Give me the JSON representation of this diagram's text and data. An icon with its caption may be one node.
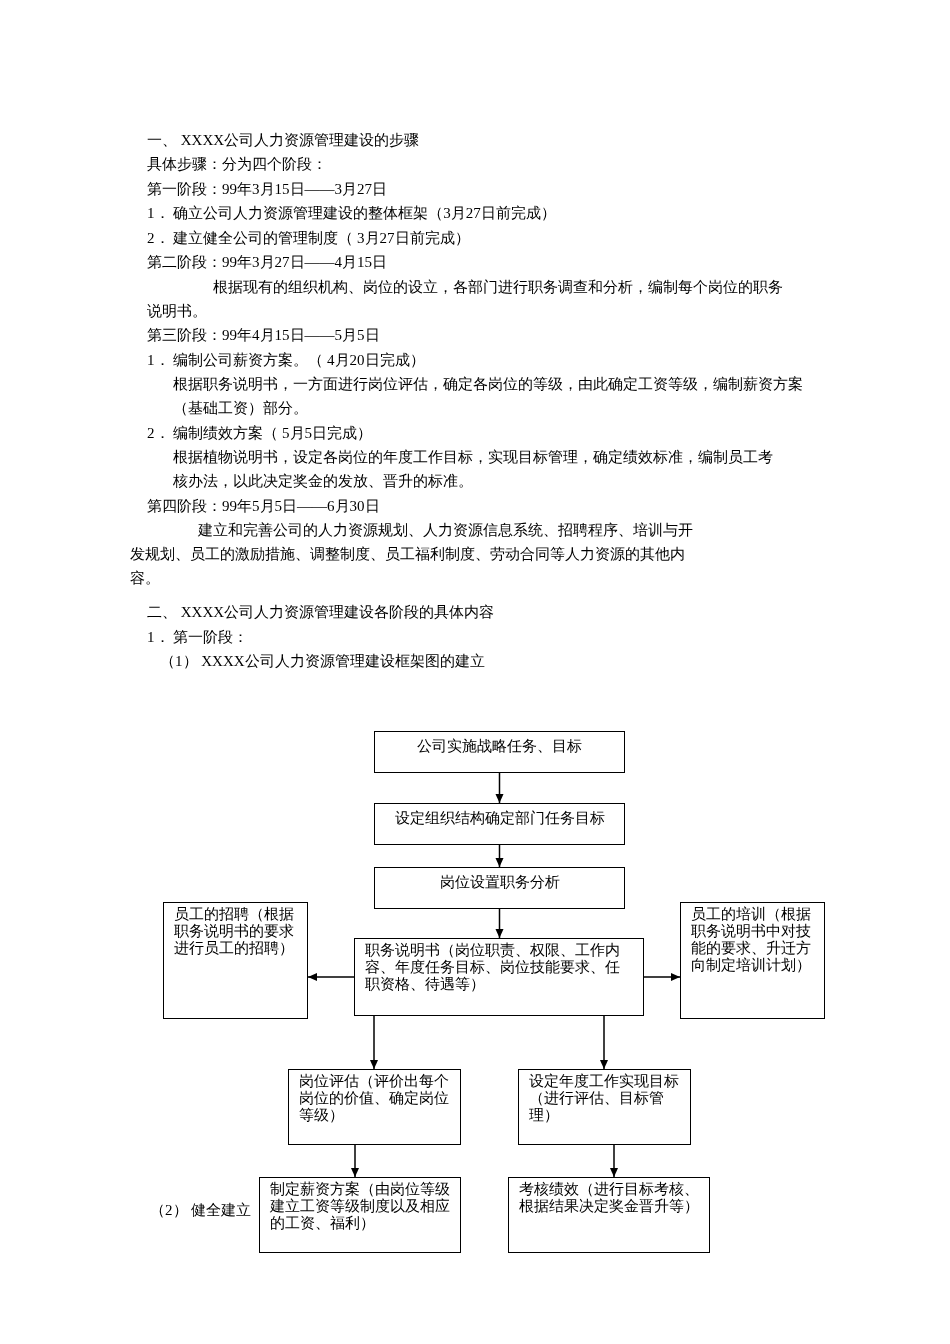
{
  "diagram": {
    "nodes": [
      {
        "text": [
          "公司实施战略任务、目标"
        ]
      },
      {
        "text": [
          "设定组织结构确定部门任务目标"
        ]
      },
      {
        "text": [
          "岗位设置职务分析"
        ]
      },
      {
        "text": [
          "职务说明书（岗位职责、权限、工作内容、年度任务目标、岗位技能要求、任职资格、待遇等）"
        ]
      },
      {
        "text": [
          "员工的招聘（根据职务说明书的要求进行员工的招聘）"
        ]
      },
      {
        "text": [
          "员工的培训（根据职务说明书中对技能的要求、升迁方向制定培训计划）"
        ]
      },
      {
        "text": [
          "岗位评估（评价出每个岗位的价值、确定岗位等级）"
        ]
      },
      {
        "text": [
          "设定年度工作实现目标（进行评估、目标管理）"
        ]
      },
      {
        "text": [
          "制定薪资方案（由岗位等级建立工资等级制度以及相应的工资、福利）"
        ]
      },
      {
        "text": [
          "考核绩效（进行目标考核、根据结果决定奖金晋升等）"
        ]
      }
    ],
    "edges": [
      {
        "from": 0,
        "to": 1,
        "arrow": "to"
      },
      {
        "from": 1,
        "to": 2,
        "arrow": "to"
      },
      {
        "from": 2,
        "to": 3,
        "arrow": "to"
      },
      {
        "from": 3,
        "to": 4,
        "arrow": "to"
      },
      {
        "from": 3,
        "to": 5,
        "arrow": "to"
      },
      {
        "from": 3,
        "to": 6,
        "arrow": "to"
      },
      {
        "from": 3,
        "to": 7,
        "arrow": "to"
      },
      {
        "from": 6,
        "to": 8,
        "arrow": "to"
      },
      {
        "from": 7,
        "to": 9,
        "arrow": "to"
      }
    ],
    "labels": [
      "一、 XXXX公司人力资源管理建设的步骤",
      "具体步骤：分为四个阶段：",
      "第一阶段：99年3月15日——3月27日",
      "1． 确立公司人力资源管理建设的整体框架（3月27日前完成）",
      "2． 建立健全公司的管理制度（ 3月27日前完成）",
      "第二阶段：99年3月27日——4月15日",
      "根据现有的组织机构、岗位的设立，各部门进行职务调查和分析，编制每个岗位的职务说明书。",
      "第三阶段：99年4月15日——5月5日",
      "1． 编制公司薪资方案。（ 4月20日完成）",
      "根据职务说明书，一方面进行岗位评估，确定各岗位的等级，由此确定工资等级，编制薪资方案（基础工资）部分。",
      "2． 编制绩效方案（ 5月5日完成）",
      "根据植物说明书，设定各岗位的年度工作目标，实现目标管理，确定绩效标准，编制员工考核办法，以此决定奖金的发放、晋升的标准。",
      "第四阶段：99年5月5日——6月30日",
      "建立和完善公司的人力资源规划、人力资源信息系统、招聘程序、培训与开发规划、员工的激励措施、调整制度、员工福利制度、劳动合同等人力资源的其他内容。",
      "二、 XXXX公司人力资源管理建设各阶段的具体内容",
      "1． 第一阶段：",
      "（1） XXXX公司人力资源管理建设框架图的建立",
      "（2） 健全建立"
    ]
  }
}
